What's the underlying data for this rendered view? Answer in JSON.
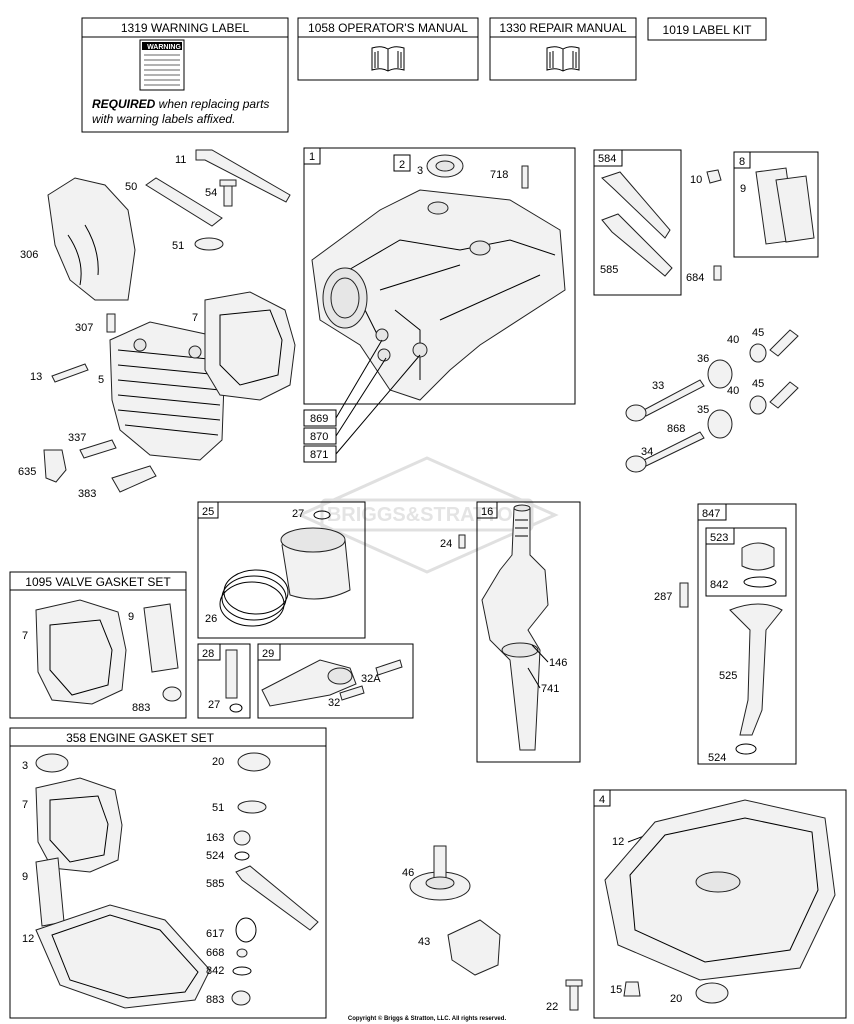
{
  "header_boxes": [
    {
      "id": "hdr-1319",
      "text": "1319 WARNING LABEL"
    },
    {
      "id": "hdr-1058",
      "text": "1058 OPERATOR'S MANUAL"
    },
    {
      "id": "hdr-1330",
      "text": "1330 REPAIR MANUAL"
    },
    {
      "id": "hdr-1019",
      "text": "1019 LABEL KIT"
    }
  ],
  "warning": {
    "sticker_title": "WARNING",
    "required_word": "REQUIRED",
    "required_rest": " when replacing parts",
    "line2": "with warning labels affixed."
  },
  "kits": {
    "valve_gasket_set": "1095 VALVE GASKET SET",
    "engine_gasket_set": "358 ENGINE GASKET SET"
  },
  "watermark": "BRIGGS&STRATTON",
  "copyright": "Copyright © Briggs & Stratton, LLC. All rights reserved.",
  "callouts": {
    "c11": "11",
    "c50": "50",
    "c54": "54",
    "c51": "51",
    "c306": "306",
    "c307": "307",
    "c7a": "7",
    "c13": "13",
    "c5": "5",
    "c337": "337",
    "c635": "635",
    "c383": "383",
    "b1": "1",
    "b2": "2",
    "c3": "3",
    "c718": "718",
    "b869": "869",
    "b870": "870",
    "b871": "871",
    "b584": "584",
    "c585": "585",
    "c10": "10",
    "b8": "8",
    "c9a": "9",
    "c684": "684",
    "c40a": "40",
    "c45a": "45",
    "c36": "36",
    "c33": "33",
    "c40b": "40",
    "c45b": "45",
    "c868": "868",
    "c35": "35",
    "c34": "34",
    "b25": "25",
    "c27a": "27",
    "c26": "26",
    "c24": "24",
    "b16": "16",
    "c146": "146",
    "c741": "741",
    "b28": "28",
    "c27b": "27",
    "b29": "29",
    "c32a": "32A",
    "c32": "32",
    "b847": "847",
    "b523": "523",
    "c842a": "842",
    "c287": "287",
    "c525": "525",
    "c524a": "524",
    "c7b": "7",
    "c9b": "9",
    "c883a": "883",
    "c3b": "3",
    "c7c": "7",
    "c9c": "9",
    "c12a": "12",
    "c20a": "20",
    "c51b": "51",
    "c163": "163",
    "c524b": "524",
    "c585b": "585",
    "c617": "617",
    "c668": "668",
    "c842b": "842",
    "c883b": "883",
    "c46": "46",
    "c43": "43",
    "c22": "22",
    "b4": "4",
    "c12b": "12",
    "c15": "15",
    "c20b": "20"
  }
}
